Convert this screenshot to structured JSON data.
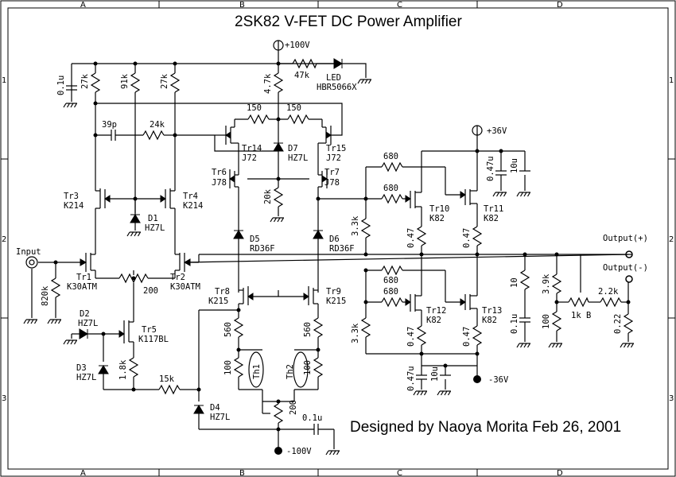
{
  "title": "2SK82 V-FET DC Power Amplifier",
  "credit": "Designed by Naoya Morita Feb 26, 2001",
  "frame": {
    "columns": [
      "A",
      "B",
      "C",
      "D"
    ],
    "rows": [
      "1",
      "2",
      "3"
    ]
  },
  "power": {
    "pos100": "+100V",
    "neg100": "-100V",
    "pos36": "+36V",
    "neg36": "-36V"
  },
  "io": {
    "input": "Input",
    "out_pos": "Output(+)",
    "out_neg": "Output(-)"
  },
  "parts": {
    "c01u_top": "0.1u",
    "r27k_a": "27k",
    "r91k": "91k",
    "r27k_b": "27k",
    "r4_7k": "4.7k",
    "r47k": "47k",
    "led": "LED",
    "led_part": "HBR5066X",
    "r150_a": "150",
    "r150_b": "150",
    "c39p": "39p",
    "r24k": "24k",
    "tr14": "Tr14",
    "tr14_p": "J72",
    "d7": "D7",
    "d7_p": "HZ7L",
    "tr15": "Tr15",
    "tr15_p": "J72",
    "tr6": "Tr6",
    "tr6_p": "J78",
    "tr7": "Tr7",
    "tr7_p": "J78",
    "r20k": "20k",
    "tr3": "Tr3",
    "tr3_p": "K214",
    "tr4": "Tr4",
    "tr4_p": "K214",
    "d1": "D1",
    "d1_p": "HZ7L",
    "d5": "D5",
    "d5_p": "RD36F",
    "d6": "D6",
    "d6_p": "RD36F",
    "tr1": "Tr1",
    "tr1_p": "K30ATM",
    "tr2": "Tr2",
    "tr2_p": "K30ATM",
    "r200_a": "200",
    "r820k": "820k",
    "tr8": "Tr8",
    "tr8_p": "K215",
    "tr9": "Tr9",
    "tr9_p": "K215",
    "d2": "D2",
    "d2_p": "HZ7L",
    "tr5": "Tr5",
    "tr5_p": "K117BL",
    "r560_a": "560",
    "r560_b": "560",
    "d3": "D3",
    "d3_p": "HZ7L",
    "r1_8k": "1.8k",
    "r15k": "15k",
    "r100_a": "100",
    "th1": "Th1",
    "th2": "Th2",
    "r100_b": "100",
    "d4": "D4",
    "d4_p": "HZ7L",
    "r200_b": "200",
    "c01u_b": "0.1u",
    "r680_1": "680",
    "r680_2": "680",
    "r680_3": "680",
    "r680_4": "680",
    "c047u_a": "0.47u",
    "c10u_a": "10u",
    "tr10": "Tr10",
    "tr10_p": "K82",
    "tr11": "Tr11",
    "tr11_p": "K82",
    "tr12": "Tr12",
    "tr12_p": "K82",
    "tr13": "Tr13",
    "tr13_p": "K82",
    "r3_3k_a": "3.3k",
    "r3_3k_b": "3.3k",
    "r047_1": "0.47",
    "r047_2": "0.47",
    "r047_3": "0.47",
    "r047_4": "0.47",
    "c047u_b": "0.47u",
    "c10u_b": "10u",
    "r10": "10",
    "c01u_c": "0.1u",
    "r3_9k": "3.9k",
    "r100_c": "100",
    "r1kB": "1k B",
    "r2_2k": "2.2k",
    "r022": "0.22"
  }
}
